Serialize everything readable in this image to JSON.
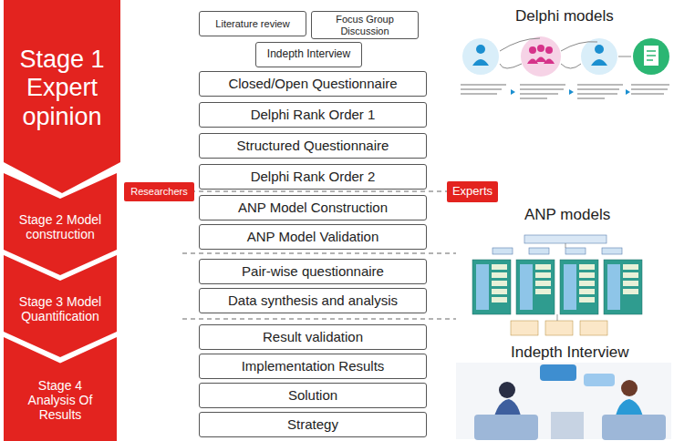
{
  "diagram": {
    "nodes": [
      {
        "text": [
          "Stage 1 Expert opinion"
        ]
      },
      {
        "text": [
          "Literature review"
        ]
      },
      {
        "text": [
          "Focus Group Discussion"
        ]
      },
      {
        "text": [
          "Indepth Interview"
        ]
      },
      {
        "text": [
          "Closed/Open Questionnaire"
        ]
      },
      {
        "text": [
          "Delphi Rank Order 1"
        ]
      },
      {
        "text": [
          "Structured Questionnaire"
        ]
      },
      {
        "text": [
          "Delphi Rank Order 2"
        ]
      },
      {
        "text": [
          "Researchers"
        ]
      },
      {
        "text": [
          "Experts"
        ]
      },
      {
        "text": [
          "Stage 2 Model construction"
        ]
      },
      {
        "text": [
          "ANP Model Construction"
        ]
      },
      {
        "text": [
          "ANP Model Validation"
        ]
      },
      {
        "text": [
          "Stage 3 Model Quantification"
        ]
      },
      {
        "text": [
          "Pair-wise questionnaire"
        ]
      },
      {
        "text": [
          "Data synthesis and analysis"
        ]
      },
      {
        "text": [
          "Stage 4 Analysis Of Results"
        ]
      },
      {
        "text": [
          "Result validation"
        ]
      },
      {
        "text": [
          "Implementation Results"
        ]
      },
      {
        "text": [
          "Solution"
        ]
      },
      {
        "text": [
          "Strategy"
        ]
      }
    ],
    "edges": [],
    "labels": [
      "Delphi models",
      "ANP models",
      "Indepth Interview"
    ]
  }
}
